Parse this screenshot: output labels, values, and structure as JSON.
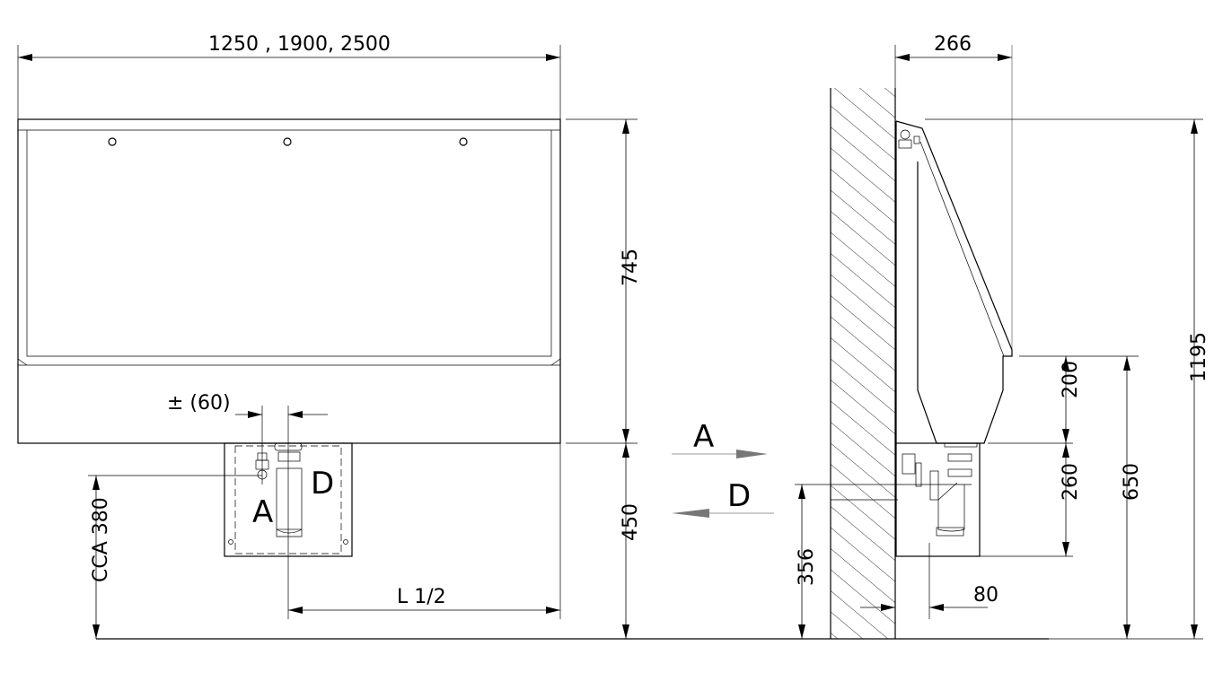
{
  "front_view": {
    "width_dimension": "1250  , 1900, 2500",
    "height_745": "745",
    "height_450": "450",
    "offset_label": "± (60)",
    "cca_label": "CCA 380",
    "half_length_label": "L 1/2",
    "label_a": "A",
    "label_d": "D"
  },
  "arrows": {
    "a_label": "A",
    "d_label": "D"
  },
  "side_view": {
    "depth_266": "266",
    "dim_200": "200",
    "dim_260": "260",
    "dim_650": "650",
    "dim_1195": "1195",
    "dim_356": "356",
    "dim_80": "80"
  }
}
